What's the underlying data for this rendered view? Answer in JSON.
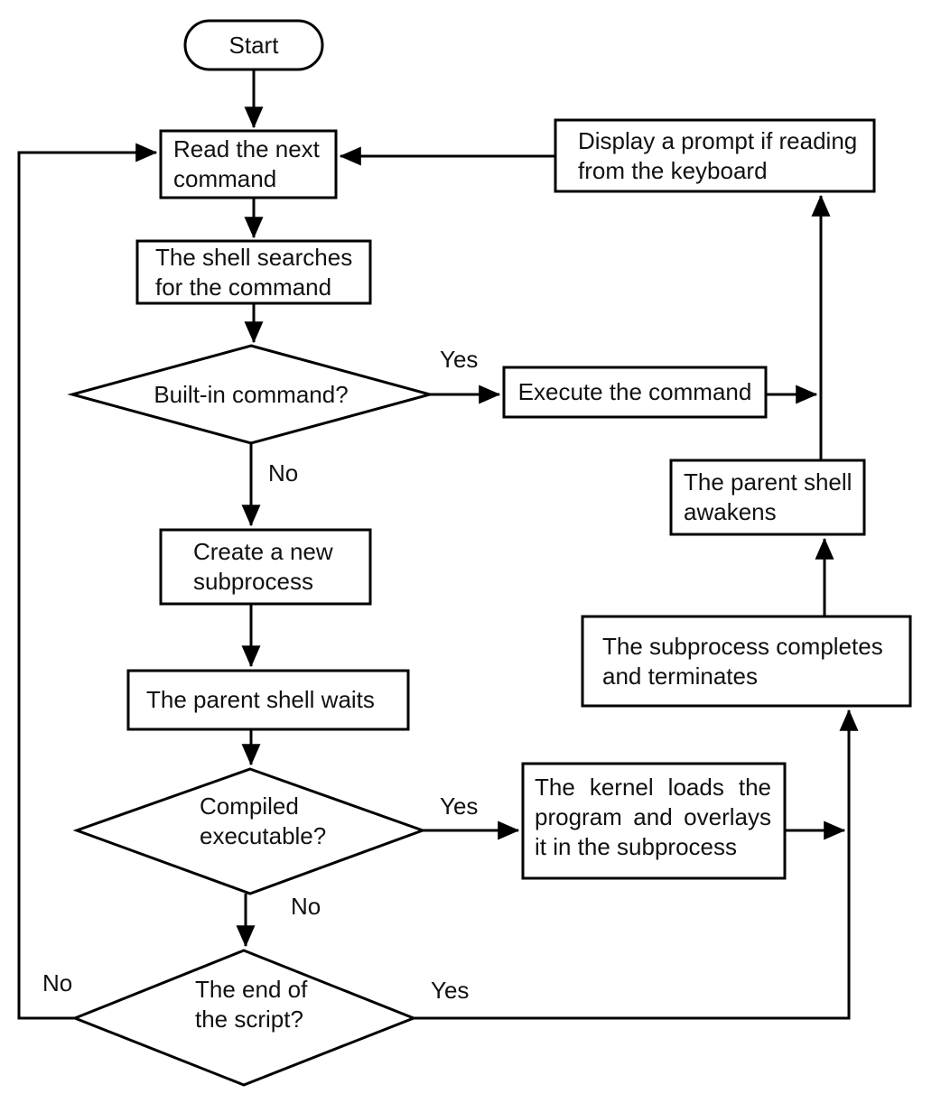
{
  "canvas": {
    "background_color": "#ffffff",
    "line_color": "#000000",
    "text_color": "#111111"
  },
  "nodes": {
    "start": {
      "label": "Start",
      "shape": "terminator"
    },
    "read_next_command": {
      "label": "Read the next\ncommand",
      "shape": "process"
    },
    "shell_searches": {
      "label": "The shell searches\nfor the command",
      "shape": "process"
    },
    "display_prompt": {
      "label": "Display a prompt if reading\nfrom the keyboard",
      "shape": "process"
    },
    "builtin_command": {
      "label": "Built-in command?",
      "shape": "decision"
    },
    "execute_command": {
      "label": "Execute the command",
      "shape": "process"
    },
    "create_subprocess": {
      "label": "Create a new\nsubprocess",
      "shape": "process"
    },
    "parent_shell_awakens": {
      "label": "The parent shell\nawakens",
      "shape": "process"
    },
    "subprocess_completes": {
      "label": "The subprocess completes\nand terminates",
      "shape": "process"
    },
    "parent_shell_waits": {
      "label": "The parent shell waits",
      "shape": "process"
    },
    "kernel_loads": {
      "label": "The kernel loads the program and overlays it in the subprocess",
      "shape": "process"
    },
    "compiled_executable": {
      "label": "Compiled\nexecutable?",
      "shape": "decision"
    },
    "end_of_script": {
      "label": "The end of\nthe script?",
      "shape": "decision"
    }
  },
  "edges": [
    {
      "from": "start",
      "to": "read_next_command",
      "label": ""
    },
    {
      "from": "read_next_command",
      "to": "shell_searches",
      "label": ""
    },
    {
      "from": "shell_searches",
      "to": "builtin_command",
      "label": ""
    },
    {
      "from": "builtin_command",
      "to": "execute_command",
      "label": "Yes"
    },
    {
      "from": "builtin_command",
      "to": "create_subprocess",
      "label": "No"
    },
    {
      "from": "create_subprocess",
      "to": "parent_shell_waits",
      "label": ""
    },
    {
      "from": "parent_shell_waits",
      "to": "compiled_executable",
      "label": ""
    },
    {
      "from": "compiled_executable",
      "to": "kernel_loads",
      "label": "Yes"
    },
    {
      "from": "compiled_executable",
      "to": "end_of_script",
      "label": "No"
    },
    {
      "from": "end_of_script",
      "to": "read_next_command",
      "label": "No"
    },
    {
      "from": "end_of_script",
      "to": "subprocess_completes",
      "label": "Yes"
    },
    {
      "from": "kernel_loads",
      "to": "subprocess_completes",
      "label": ""
    },
    {
      "from": "subprocess_completes",
      "to": "parent_shell_awakens",
      "label": ""
    },
    {
      "from": "parent_shell_awakens",
      "to": "display_prompt",
      "label": ""
    },
    {
      "from": "execute_command",
      "to": "display_prompt",
      "label": ""
    },
    {
      "from": "display_prompt",
      "to": "read_next_command",
      "label": ""
    }
  ]
}
